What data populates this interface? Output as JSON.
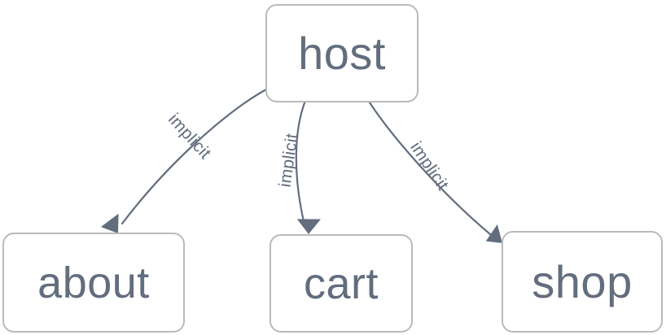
{
  "diagram": {
    "type": "directed-graph",
    "background_color": "#ffffff",
    "node_border_color": "#b9babc",
    "node_fill_color": "#ffffff",
    "edge_color": "#626d7d",
    "text_color": "#626d7d",
    "nodes": [
      {
        "id": "host",
        "label": "host"
      },
      {
        "id": "about",
        "label": "about"
      },
      {
        "id": "cart",
        "label": "cart"
      },
      {
        "id": "shop",
        "label": "shop"
      }
    ],
    "edges": [
      {
        "from": "host",
        "to": "about",
        "label": "implicit"
      },
      {
        "from": "host",
        "to": "cart",
        "label": "implicit"
      },
      {
        "from": "host",
        "to": "shop",
        "label": "implicit"
      }
    ]
  }
}
